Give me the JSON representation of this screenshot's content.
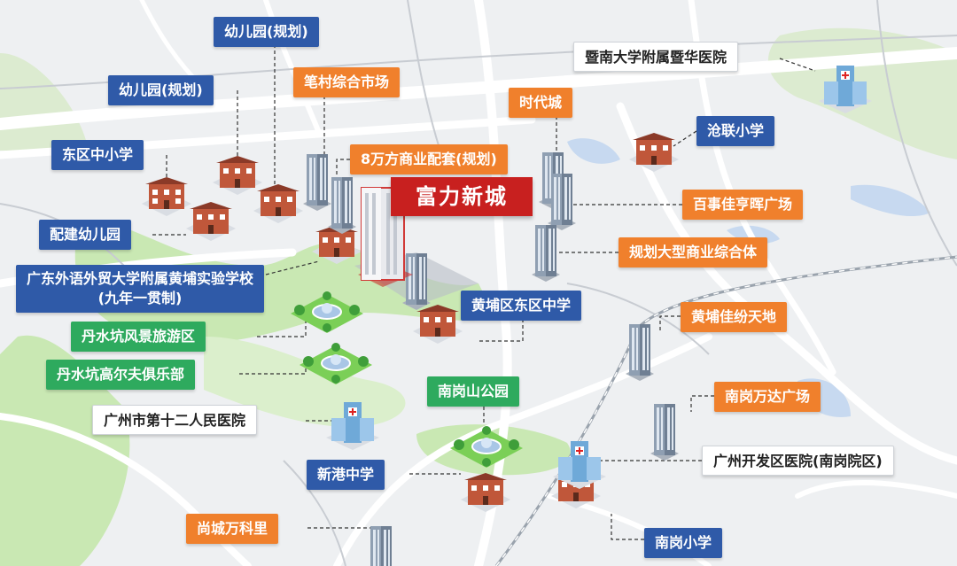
{
  "map": {
    "colors": {
      "school_label": "#2f5aa8",
      "commerce_label": "#f0802c",
      "park_label": "#2eaa5e",
      "hospital_label": "#ffffff",
      "project_label": "#c8201f",
      "park_area": "#c9e8b3",
      "road": "#ffffff",
      "background": "#eef0f2"
    },
    "project": {
      "name": "富力新城"
    },
    "labels": {
      "kindergarten_plan_1": "幼儿园(规划)",
      "kindergarten_plan_2": "幼儿园(规划)",
      "dongqu_school": "东区中小学",
      "support_kindergarten": "配建幼儿园",
      "gdufs_school": "广东外语外贸大学附属黄埔实验学校(九年一贯制)",
      "danshuikeng_scenic": "丹水坑风景旅游区",
      "danshuikeng_golf": "丹水坑高尔夫俱乐部",
      "gz_12th_hospital": "广州市第十二人民医院",
      "xingang_school": "新港中学",
      "shangcheng_vanke": "尚城万科里",
      "bicun_market": "笔村综合市场",
      "commerce_80k": "8万方商业配套(规划)",
      "shidai_city": "时代城",
      "jinan_hospital": "暨南大学附属暨华医院",
      "canglian_school": "沧联小学",
      "baishijia_plaza": "百事佳亨晖广场",
      "planned_complex": "规划大型商业综合体",
      "huangpu_dongqu_middle": "黄埔区东区中学",
      "huangpu_jiafen": "黄埔佳纷天地",
      "nangangshan_park": "南岗山公园",
      "nangang_wanda": "南岗万达广场",
      "kaifaqu_hospital": "广州开发区医院(南岗院区)",
      "nangang_primary": "南岗小学"
    },
    "icons": {
      "school": "school-building-icon",
      "office": "office-tower-icon",
      "park": "park-fountain-icon",
      "hospital": "hospital-icon"
    }
  }
}
